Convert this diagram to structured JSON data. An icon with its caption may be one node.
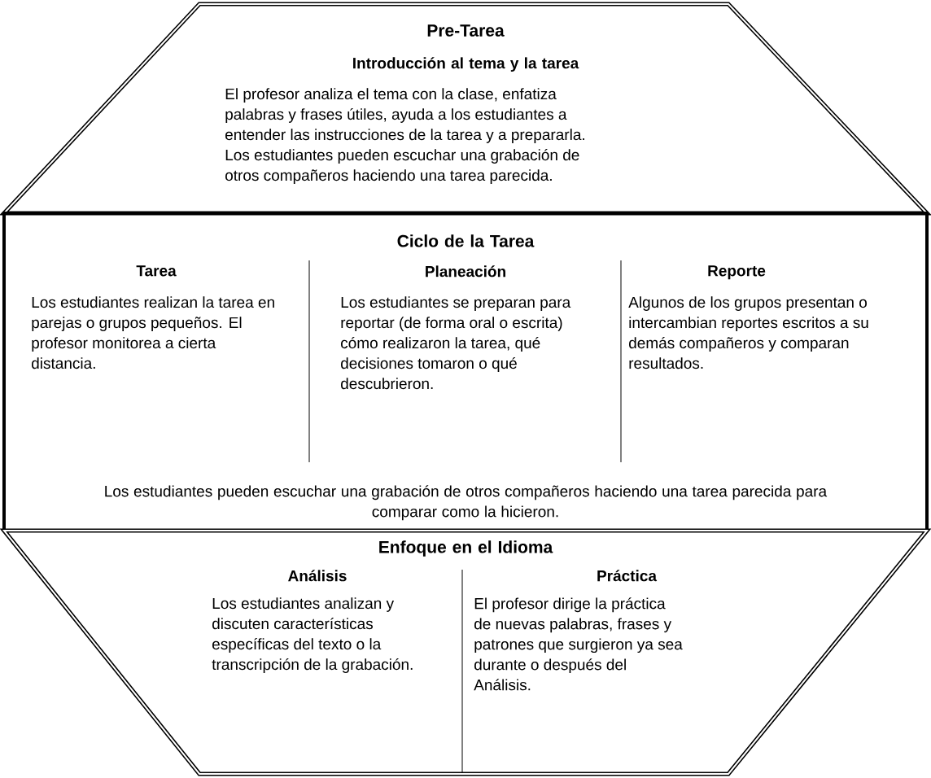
{
  "diagram": {
    "nodes": [
      {
        "text": [
          "Pre-Tarea",
          "Introducción al tema y la tarea",
          "El profesor analiza el tema con la clase, enfatiza palabras y frases útiles, ayuda a los estudiantes a entender las instrucciones de la tarea y a prepararla. Los estudiantes pueden escuchar una grabación de otros compañeros haciendo una tarea parecida."
        ]
      },
      {
        "text": [
          "Ciclo de la Tarea",
          "Tarea",
          "Los estudiantes realizan la tarea en parejas o grupos pequeños. El profesor monitorea a cierta distancia.",
          "Planeación",
          "Los estudiantes se preparan para reportar (de forma oral o escrita) cómo realizaron la tarea, qué decisiones tomaron o qué descubrieron.",
          "Reporte",
          "Algunos de los grupos presentan o intercambian reportes escritos a su demás compañeros y comparan resultados.",
          "Los estudiantes pueden escuchar una grabación de otros compañeros haciendo una tarea parecida para comparar como la hicieron."
        ]
      },
      {
        "text": [
          "Enfoque en el Idioma",
          "Análisis",
          "Los estudiantes analizan y discuten características específicas del texto o la transcripción de la grabación.",
          "Práctica",
          "El profesor dirige la práctica de nuevas palabras, frases y patrones que surgieron ya sea durante o después del Análisis."
        ]
      }
    ]
  }
}
